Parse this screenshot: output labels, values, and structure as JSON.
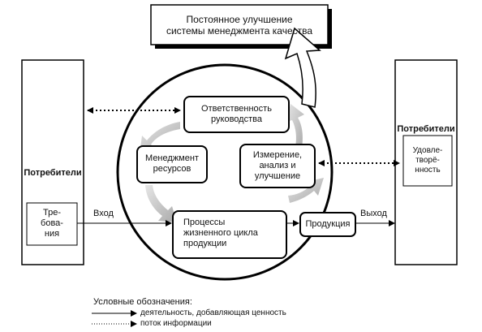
{
  "improvement_box": "Постоянное улучшение\nсистемы менеджмента качества",
  "customers_left": {
    "title": "Потребители",
    "requirements": "Тре-\nбова-\nния"
  },
  "customers_right": {
    "title": "Потребители",
    "satisfaction": "Удовле-\nтворё-\nнность"
  },
  "processes": {
    "management_responsibility": "Ответственность\nруководства",
    "resource_management": "Менеджмент\nресурсов",
    "measurement": "Измерение,\nанализ и\nулучшение",
    "product_realization": "Процессы\nжизненного цикла\nпродукции"
  },
  "product": "Продукция",
  "input": "Вход",
  "output": "Выход",
  "legend": {
    "title": "Условные обозначения:",
    "value_activity": "деятельность, добавляющая ценность",
    "info_flow": "поток информации"
  }
}
